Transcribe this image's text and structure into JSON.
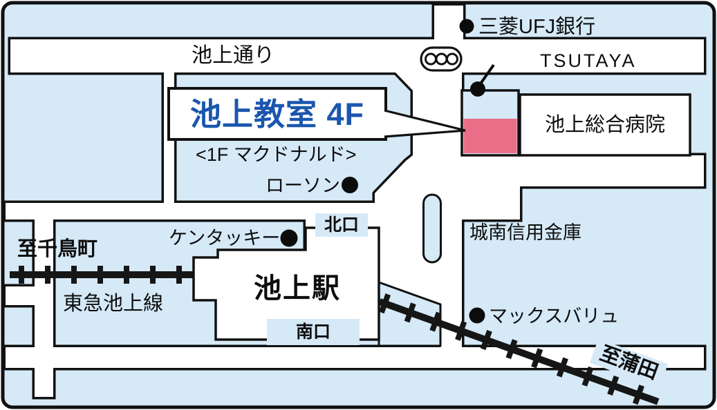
{
  "map": {
    "kind": "access-map",
    "labels": {
      "ikegami_dori": "池上通り",
      "mitsubishi": "三菱UFJ銀行",
      "tsutaya": "TSUTAYA",
      "classroom": "池上教室 4F",
      "mcdonalds": "<1F マクドナルド>",
      "lawson": "ローソン",
      "hospital": "池上総合病院",
      "jonan": "城南信用金庫",
      "kfc": "ケンタッキー",
      "north_exit": "北口",
      "south_exit": "南口",
      "station": "池上駅",
      "to_chidoricho": "至千鳥町",
      "tokyu_line": "東急池上線",
      "maxvalu": "マックスバリュ",
      "to_kamata": "至蒲田"
    },
    "icons": {
      "landmark_dot": "black filled circle",
      "traffic_light": "three circles in rounded box",
      "railway": "thick line with cross ticks"
    },
    "colors": {
      "background_blue": "#d5e9f7",
      "road_white": "#ffffff",
      "outline_black": "#111111",
      "destination_marker_pink": "#ea6e87",
      "destination_text_blue": "#1b56ae"
    }
  }
}
